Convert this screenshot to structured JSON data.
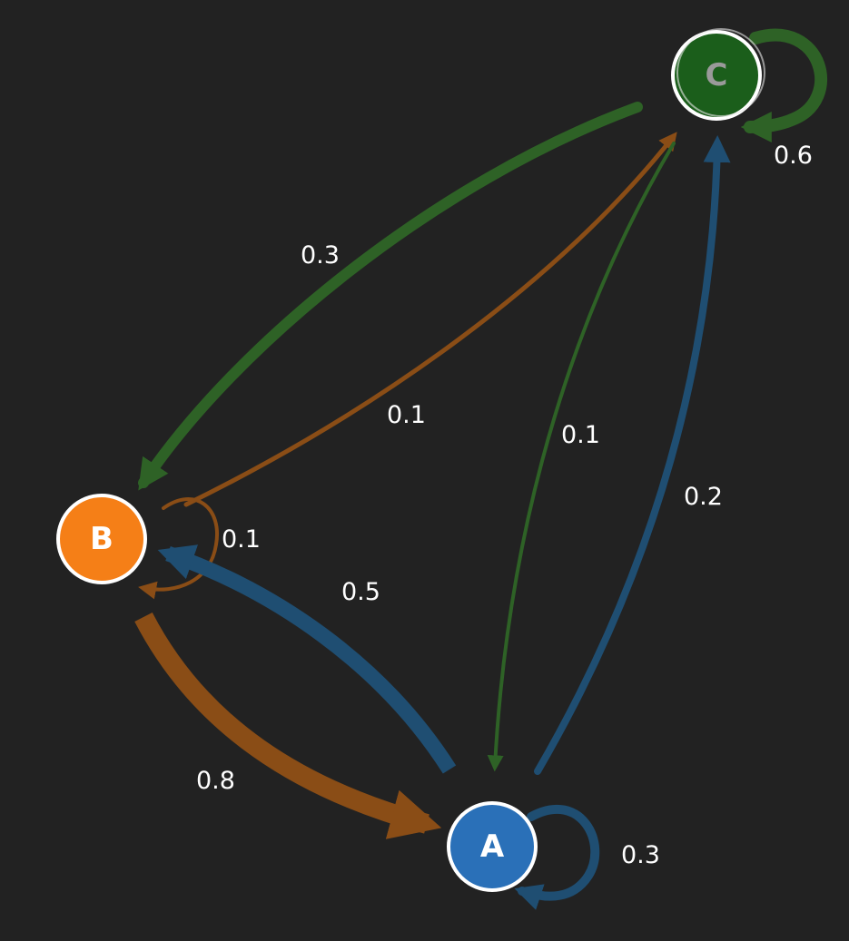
{
  "diagram": {
    "colors": {
      "background": "#222222",
      "A": "#2a70b8",
      "B": "#f57f17",
      "C": "#1b5e1b",
      "edge_A": "#1f4e72",
      "edge_B": "#8a4d16",
      "edge_C": "#2e6226",
      "label": "#ffffff"
    },
    "nodes": [
      {
        "id": "A",
        "label": "A"
      },
      {
        "id": "B",
        "label": "B"
      },
      {
        "id": "C",
        "label": "C"
      }
    ],
    "edges": [
      {
        "from": "C",
        "to": "C",
        "weight": "0.6"
      },
      {
        "from": "C",
        "to": "B",
        "weight": "0.3"
      },
      {
        "from": "B",
        "to": "C",
        "weight": "0.1"
      },
      {
        "from": "C",
        "to": "A",
        "weight": "0.1"
      },
      {
        "from": "A",
        "to": "C",
        "weight": "0.2"
      },
      {
        "from": "B",
        "to": "B",
        "weight": "0.1"
      },
      {
        "from": "A",
        "to": "B",
        "weight": "0.5"
      },
      {
        "from": "B",
        "to": "A",
        "weight": "0.8"
      },
      {
        "from": "A",
        "to": "A",
        "weight": "0.3"
      }
    ]
  }
}
